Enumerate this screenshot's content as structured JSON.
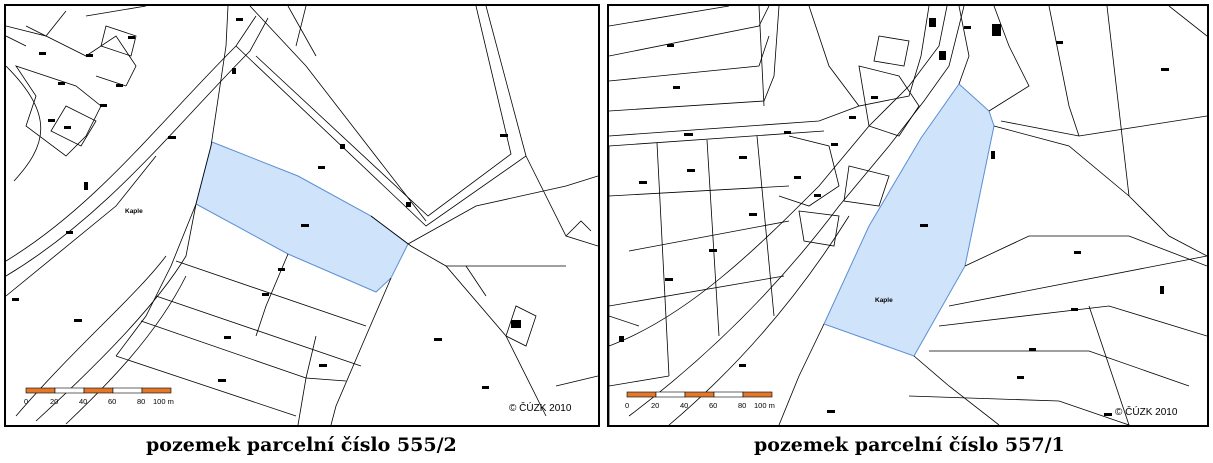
{
  "maps": [
    {
      "caption": "pozemek parcelní číslo 555/2",
      "place_label": "Kaple",
      "copyright": "© ČÚZK 2010",
      "scale": {
        "ticks": [
          "0",
          "20",
          "40",
          "60",
          "80"
        ],
        "end_label": "100 m"
      },
      "highlight_color": "#cfe3fb"
    },
    {
      "caption": "pozemek parcelní číslo 557/1",
      "place_label": "Kaple",
      "copyright": "© ČÚZK 2010",
      "scale": {
        "ticks": [
          "0",
          "20",
          "40",
          "60",
          "80"
        ],
        "end_label": "100 m"
      },
      "highlight_color": "#cfe3fb"
    }
  ]
}
